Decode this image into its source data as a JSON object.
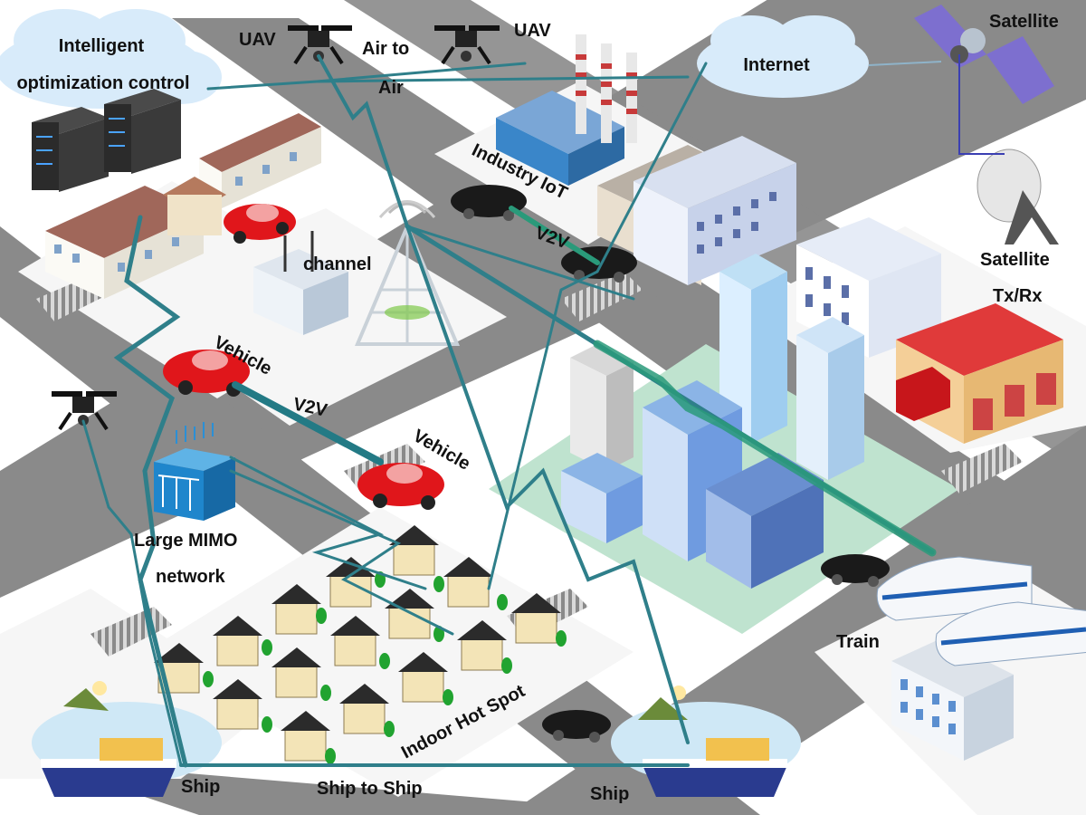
{
  "labels": {
    "cloud_control_line1": "Intelligent",
    "cloud_control_line2": "optimization control",
    "uav_left": "UAV",
    "uav_right": "UAV",
    "air_to_air_line1": "Air to",
    "air_to_air_line2": "Air",
    "internet": "Internet",
    "satellite": "Satellite",
    "satellite_txrx_line1": "Satellite",
    "satellite_txrx_line2": "Tx/Rx",
    "industry_iot": "Industry IoT",
    "v2v_top": "V2V",
    "channel": "channel",
    "vehicle_left": "Vehicle",
    "v2v_mid": "V2V",
    "vehicle_right": "Vehicle",
    "large_mimo_line1": "Large MIMO",
    "large_mimo_line2": "network",
    "indoor_hot_spot": "Indoor Hot Spot",
    "train": "Train",
    "ship_left": "Ship",
    "ship_to_ship": "Ship to Ship",
    "ship_right": "Ship"
  },
  "colors": {
    "road": "#8a8a8a",
    "road_edge": "#6f6f6f",
    "block": "#f5f5f5",
    "link_line": "#2f7f8a",
    "cloud": "#d8ebfa",
    "car": "#e0161b",
    "water": "#cfe8f6"
  }
}
